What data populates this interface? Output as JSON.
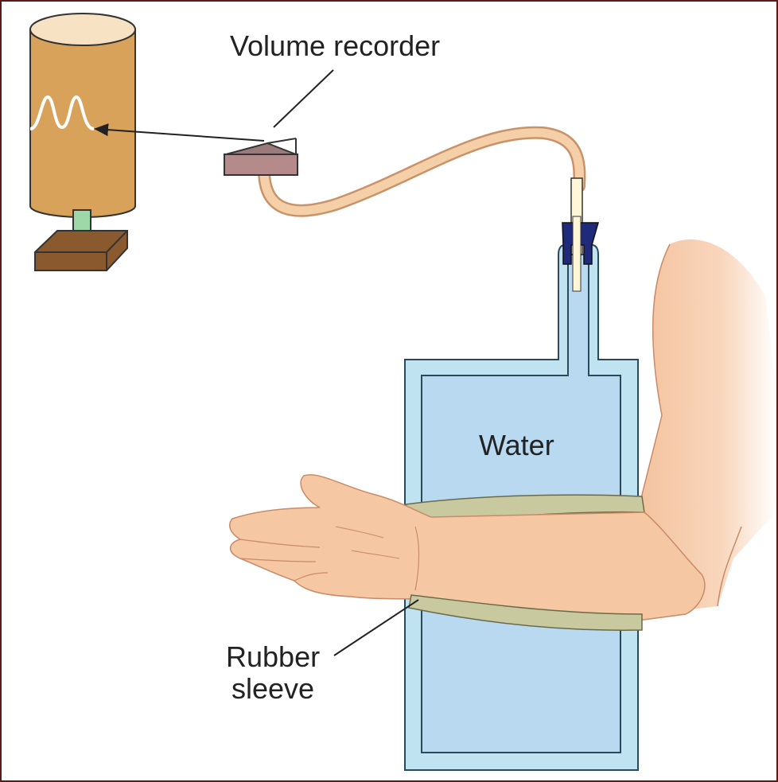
{
  "labels": {
    "volume_recorder": "Volume recorder",
    "water": "Water",
    "rubber_sleeve_line1": "Rubber",
    "rubber_sleeve_line2": "sleeve"
  },
  "colors": {
    "drum": "#d9a25a",
    "drum_top": "#f7e3c4",
    "stand": "#9fd8a8",
    "base": "#8a5a2e",
    "recorder_box": "#b58a8a",
    "tube": "#f5cfa8",
    "tube_outline": "#c9936a",
    "chamber_wall": "#bfe3f0",
    "water": "#b9d9f1",
    "stopper": "#1f2a7a",
    "skin": "#f6c7a3",
    "sleeve": "#c9c9a0"
  }
}
